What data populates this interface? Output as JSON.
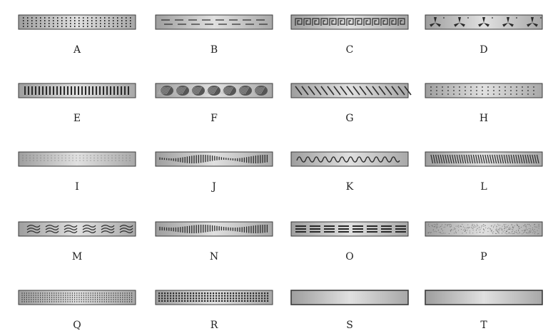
{
  "items": [
    {
      "label": "A",
      "pattern": "dot-rows"
    },
    {
      "label": "B",
      "pattern": "dashes"
    },
    {
      "label": "C",
      "pattern": "greek-key"
    },
    {
      "label": "D",
      "pattern": "tri-blades"
    },
    {
      "label": "E",
      "pattern": "vertical-bars"
    },
    {
      "label": "F",
      "pattern": "hatched-ovals"
    },
    {
      "label": "G",
      "pattern": "diagonal-slots"
    },
    {
      "label": "H",
      "pattern": "dot-grid"
    },
    {
      "label": "I",
      "pattern": "fine-dots"
    },
    {
      "label": "J",
      "pattern": "wave-bars"
    },
    {
      "label": "K",
      "pattern": "wave-line"
    },
    {
      "label": "L",
      "pattern": "slanted-slots"
    },
    {
      "label": "M",
      "pattern": "wave-marks"
    },
    {
      "label": "N",
      "pattern": "wave-bars-2"
    },
    {
      "label": "O",
      "pattern": "stacked-lines"
    },
    {
      "label": "P",
      "pattern": "random-dots"
    },
    {
      "label": "Q",
      "pattern": "dense-dots"
    },
    {
      "label": "R",
      "pattern": "square-grid"
    },
    {
      "label": "S",
      "pattern": "plain"
    },
    {
      "label": "T",
      "pattern": "plain"
    }
  ],
  "colors": {
    "grate_fill": "#bdbdbd",
    "grate_edge": "#3a3a3a",
    "slot": "#2a2a2a"
  }
}
